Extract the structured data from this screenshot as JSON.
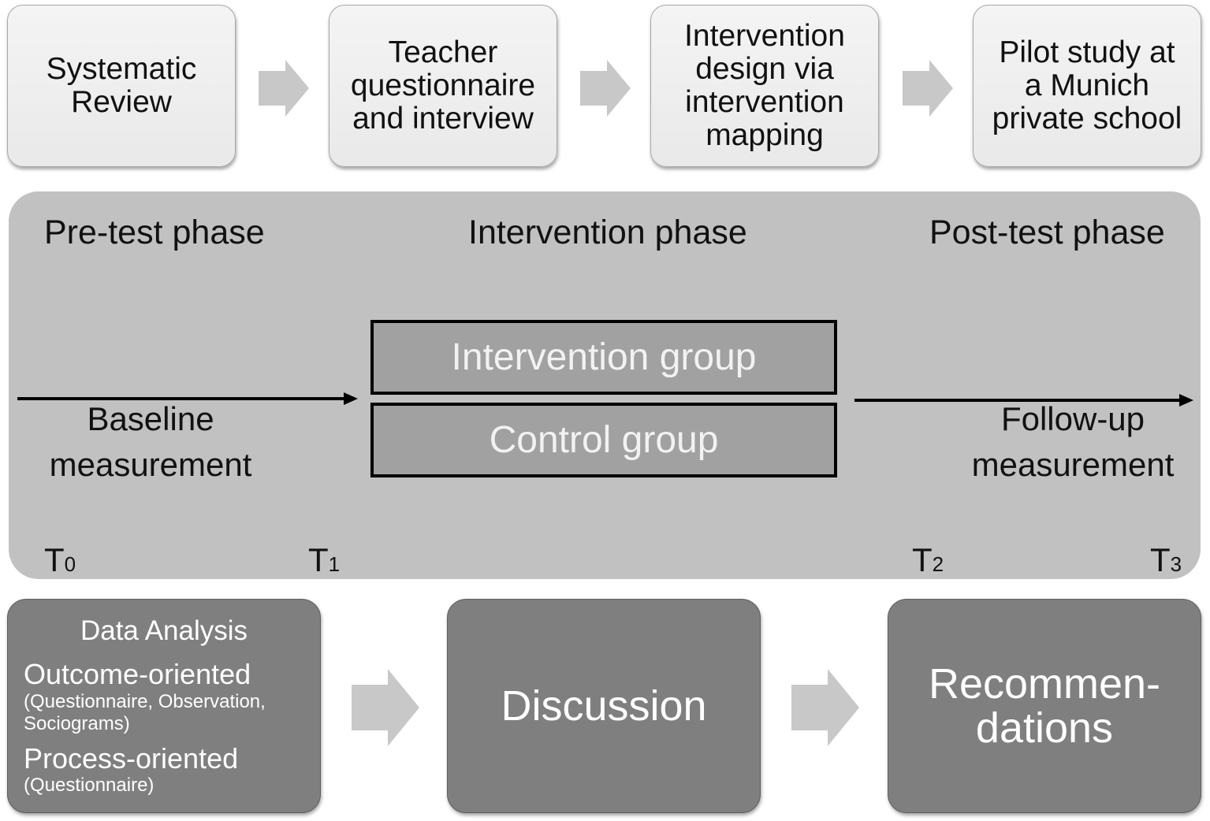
{
  "process_steps": [
    {
      "label": "Systematic\nReview"
    },
    {
      "label": "Teacher\nquestionnaire\nand interview"
    },
    {
      "label": "Intervention\ndesign via\nintervention\nmapping"
    },
    {
      "label": "Pilot study at\na Munich\nprivate school"
    }
  ],
  "phases": {
    "pre": "Pre-test phase",
    "intervention": "Intervention phase",
    "post": "Post-test phase"
  },
  "groups": {
    "intervention": "Intervention group",
    "control": "Control group"
  },
  "measurements": {
    "baseline": "Baseline\nmeasurement",
    "followup": "Follow-up\nmeasurement"
  },
  "time_points": [
    {
      "letter": "T",
      "index": "0"
    },
    {
      "letter": "T",
      "index": "1"
    },
    {
      "letter": "T",
      "index": "2"
    },
    {
      "letter": "T",
      "index": "3"
    }
  ],
  "analysis": {
    "title": "Data Analysis",
    "outcome_heading": "Outcome-oriented",
    "outcome_detail": "(Questionnaire, Observation,\nSociograms)",
    "process_heading": "Process-oriented",
    "process_detail": "(Questionnaire)"
  },
  "discussion": "Discussion",
  "recommendations": "Recommen-\ndations",
  "colors": {
    "top_box": "#eeeeee",
    "panel": "#c1c1c1",
    "group_box": "#a1a1a1",
    "bottom_box": "#7f7f7f",
    "arrow": "#c8c8c8"
  }
}
